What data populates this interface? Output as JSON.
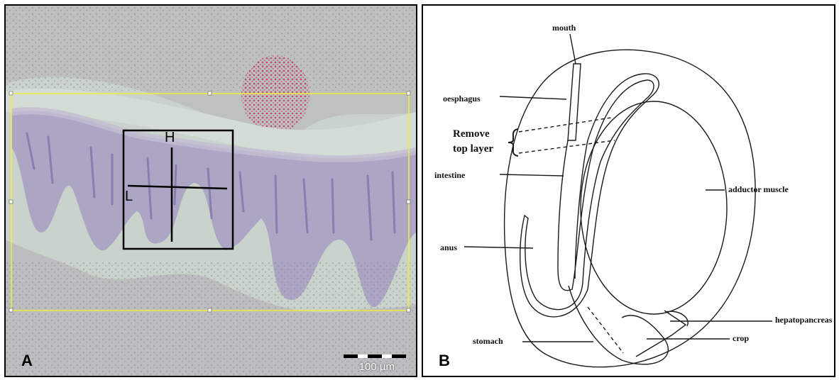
{
  "panel_a": {
    "letter": "A",
    "roi_h_label": "H",
    "roi_l_label": "L",
    "scale_bar_text": "100 µm"
  },
  "panel_b": {
    "letter": "B",
    "labels": {
      "mouth": "mouth",
      "oesphagus": "oesphagus",
      "remove_top_layer_line1": "Remove",
      "remove_top_layer_line2": "top layer",
      "intestine": "intestine",
      "adductor_muscle": "adductor muscle",
      "anus": "anus",
      "hepatopancreas": "hepatopancreas",
      "stomach": "stomach",
      "crop": "crop"
    }
  },
  "colors": {
    "tissue_background": "#c9d3cb",
    "tissue_stain": "#a59bc2",
    "selection_box": "#f2ee3a",
    "red_cells": "#b9305a"
  }
}
